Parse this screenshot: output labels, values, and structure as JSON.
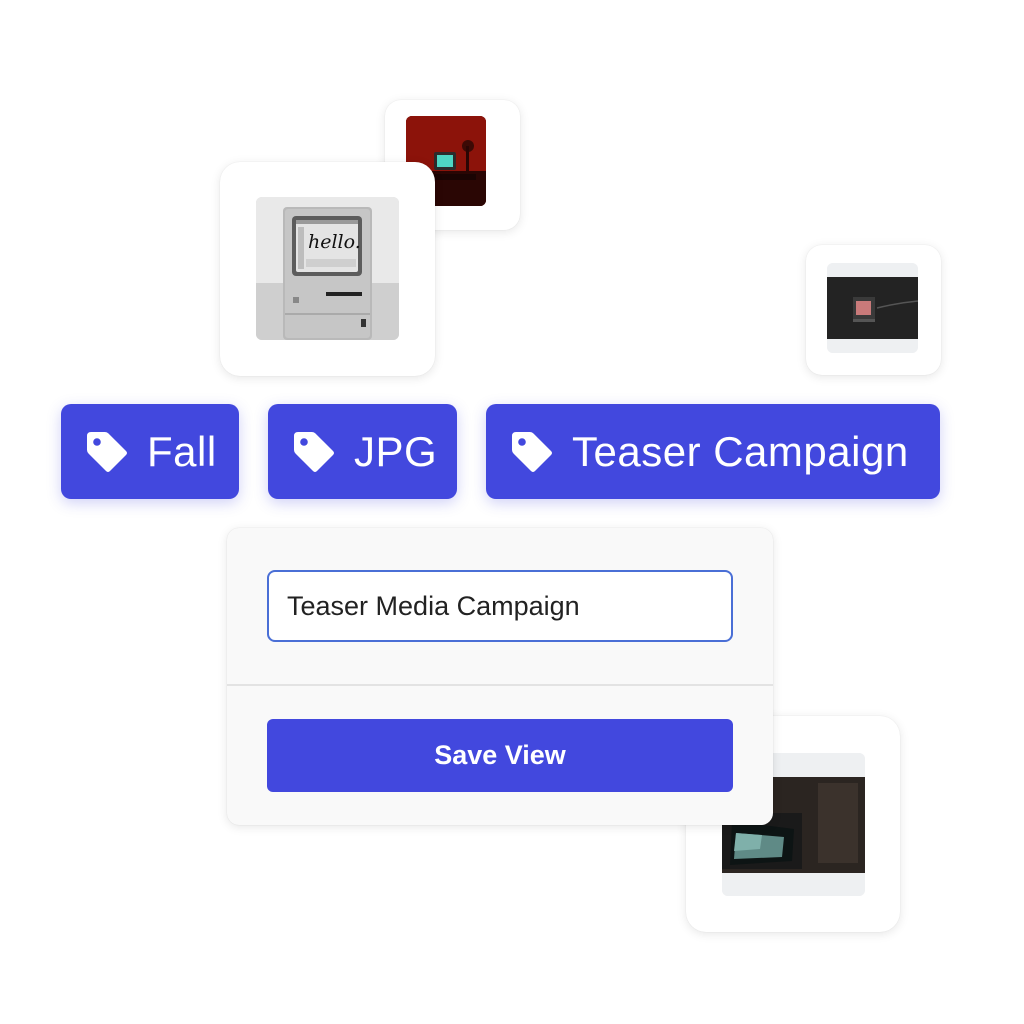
{
  "colors": {
    "accent": "#4248de",
    "input_border": "#4a6fd6",
    "panel_bg": "#f9f9f9"
  },
  "thumbnails": [
    {
      "name": "mac-hello-thumbnail",
      "screen_text": "hello."
    },
    {
      "name": "red-room-tv-thumbnail"
    },
    {
      "name": "cube-tv-thumbnail"
    },
    {
      "name": "crt-tv-thumbnail"
    }
  ],
  "tags": [
    {
      "icon": "tag-icon",
      "label": "Fall"
    },
    {
      "icon": "tag-icon",
      "label": "JPG"
    },
    {
      "icon": "tag-icon",
      "label": "Teaser Campaign"
    }
  ],
  "form": {
    "view_name_value": "Teaser Media Campaign",
    "save_button_label": "Save View"
  }
}
